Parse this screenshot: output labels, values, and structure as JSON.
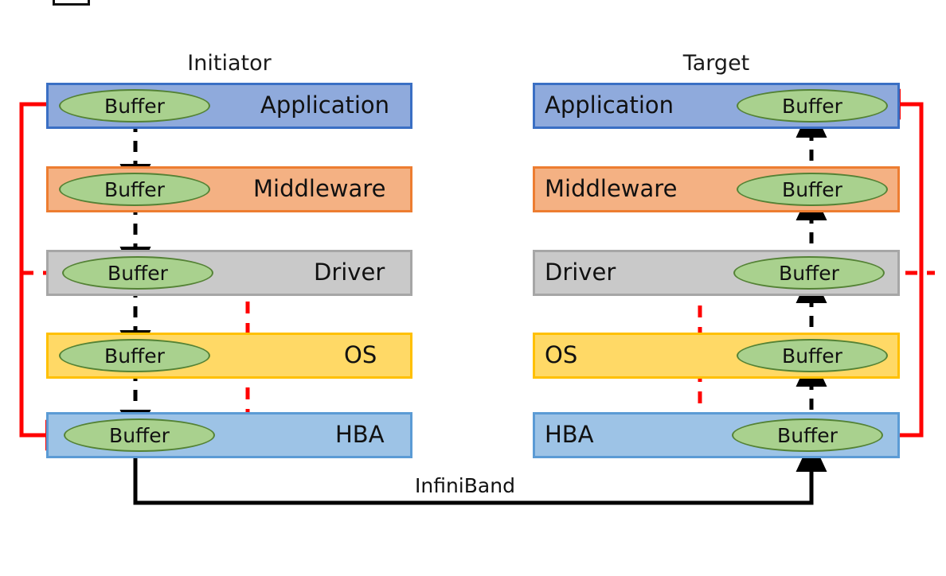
{
  "diagram": {
    "title_initiator": "Initiator",
    "title_target": "Target",
    "network_label": "InfiniBand",
    "buffer_label": "Buffer",
    "colors": {
      "application_fill": "#8faadc",
      "application_stroke": "#3a6fc4",
      "middleware_fill": "#f4b183",
      "middleware_stroke": "#ed7d31",
      "driver_fill": "#c9c9c9",
      "driver_stroke": "#a6a6a6",
      "os_fill": "#ffd966",
      "os_stroke": "#ffc000",
      "hba_fill": "#9dc3e6",
      "hba_stroke": "#5b9bd5",
      "buffer_fill": "#a9d18e",
      "buffer_stroke": "#548235",
      "rdma_path": "#ff0000",
      "data_path": "#000000"
    },
    "initiator": {
      "name": "Initiator",
      "layers": [
        {
          "name": "Application",
          "label": "Application",
          "buffer": "Buffer"
        },
        {
          "name": "Middleware",
          "label": "Middleware",
          "buffer": "Buffer"
        },
        {
          "name": "Driver",
          "label": "Driver",
          "buffer": "Buffer"
        },
        {
          "name": "OS",
          "label": "OS",
          "buffer": "Buffer"
        },
        {
          "name": "HBA",
          "label": "HBA",
          "buffer": "Buffer"
        }
      ]
    },
    "target": {
      "name": "Target",
      "layers": [
        {
          "name": "Application",
          "label": "Application",
          "buffer": "Buffer"
        },
        {
          "name": "Middleware",
          "label": "Middleware",
          "buffer": "Buffer"
        },
        {
          "name": "Driver",
          "label": "Driver",
          "buffer": "Buffer"
        },
        {
          "name": "OS",
          "label": "OS",
          "buffer": "Buffer"
        },
        {
          "name": "HBA",
          "label": "HBA",
          "buffer": "Buffer"
        }
      ]
    }
  }
}
